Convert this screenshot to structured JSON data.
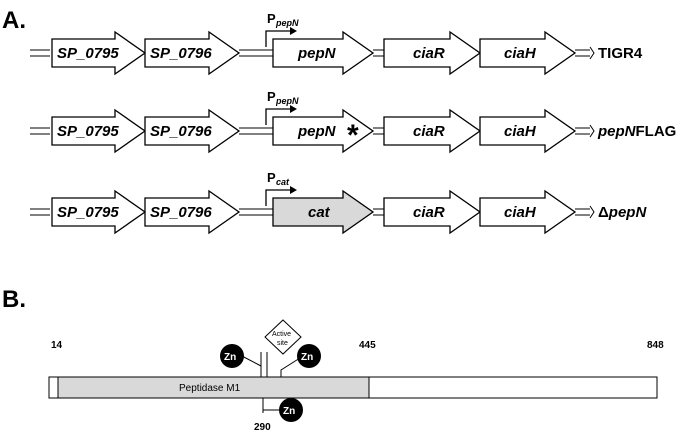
{
  "panel_a": {
    "label": "A.",
    "rows": [
      {
        "strain": "TIGR4",
        "strain_italic": "",
        "strain_rest": "",
        "promoter_main": "P",
        "promoter_sub": "pepN",
        "genes": [
          "SP_0795",
          "SP_0796",
          "pepN",
          "ciaR",
          "ciaH"
        ],
        "marked_gene_asterisk": false,
        "replaced_gene_shaded": false
      },
      {
        "strain": "",
        "strain_italic": "pepN",
        "strain_rest": "FLAG",
        "promoter_main": "P",
        "promoter_sub": "pepN",
        "genes": [
          "SP_0795",
          "SP_0796",
          "pepN",
          "ciaR",
          "ciaH"
        ],
        "marked_gene_asterisk": true,
        "replaced_gene_shaded": false
      },
      {
        "strain": "",
        "strain_prefix": "Δ",
        "strain_italic": "pepN",
        "strain_rest": "",
        "promoter_main": "P",
        "promoter_sub": "cat",
        "genes": [
          "SP_0795",
          "SP_0796",
          "cat",
          "ciaR",
          "ciaH"
        ],
        "marked_gene_asterisk": false,
        "replaced_gene_shaded": true
      }
    ],
    "asterisk": "*",
    "shade_color": "#d9d9d9"
  },
  "panel_b": {
    "label": "B.",
    "protein_length": 848,
    "domain": {
      "name": "Peptidase M1",
      "start": 14,
      "end": 445,
      "fill": "#d9d9d9"
    },
    "tick_labels": [
      "14",
      "445",
      "848"
    ],
    "position_label": "290",
    "zinc_label": "Zn",
    "active_site_label": [
      "Active",
      "site"
    ]
  }
}
